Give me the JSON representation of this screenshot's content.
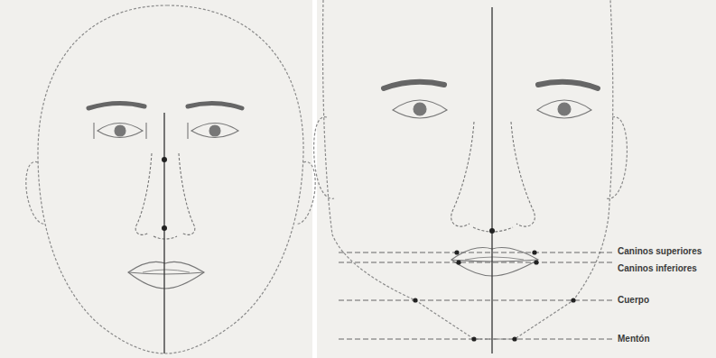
{
  "diagram": {
    "labels": [
      "Caninos superiores",
      "Caninos inferiores",
      "Cuerpo",
      "Mentón"
    ]
  }
}
